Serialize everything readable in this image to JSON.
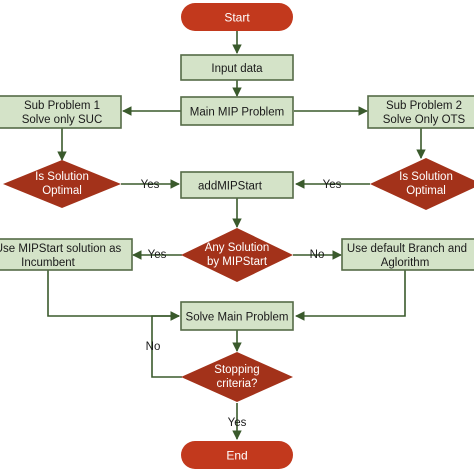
{
  "colors": {
    "box_fill": "#d4e3c8",
    "box_stroke": "#556b47",
    "decision_fill": "#a3321a",
    "terminal_fill": "#c2391d",
    "connector": "#3a5a2c"
  },
  "nodes": {
    "start": "Start",
    "input_data": "Input data",
    "main_mip": "Main MIP Problem",
    "sub1_line1": "Sub Problem 1",
    "sub1_line2": "Solve only SUC",
    "sub2_line1": "Sub Problem 2",
    "sub2_line2": "Solve Only OTS",
    "is_opt_left_line1": "Is Solution",
    "is_opt_left_line2": "Optimal",
    "is_opt_right_line1": "Is Solution",
    "is_opt_right_line2": "Optimal",
    "add_mip_start": "addMIPStart",
    "any_solution_line1": "Any Solution",
    "any_solution_line2": "by MIPStart",
    "use_mipstart_line1": "Use MIPStart solution as",
    "use_mipstart_line2": "Incumbent",
    "use_default_line1": "Use default Branch and",
    "use_default_line2": "Aglorithm",
    "solve_main": "Solve Main Problem",
    "stopping_line1": "Stopping",
    "stopping_line2": "criteria?",
    "end": "End"
  },
  "edges": {
    "yes_left": "Yes",
    "yes_right": "Yes",
    "yes_any": "Yes",
    "no_any": "No",
    "no_stop": "No",
    "yes_stop": "Yes"
  }
}
